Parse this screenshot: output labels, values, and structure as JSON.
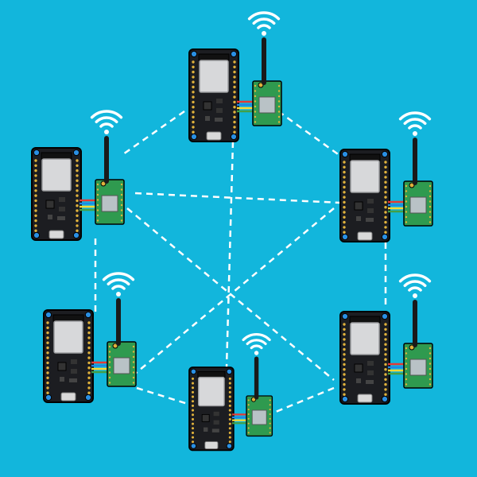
{
  "colors": {
    "background": "#12b6dc",
    "link": "#ffffff",
    "board": "#1c1d21",
    "board_edge": "#000000",
    "pin": "#e0b23c",
    "mounting_hole": "#2a8fe3",
    "module_can": "#d7d8da",
    "module_can_edge": "#9a9b9e",
    "radio_board": "#2f9a4f",
    "radio_chip": "#b9c2c6",
    "antenna": "#1a1a1a",
    "usb": "#d9d9d9",
    "wire_red": "#e53935",
    "wire_blue": "#1e88e5",
    "wire_yellow": "#fdd835",
    "wire_green": "#43a047"
  },
  "nodes": [
    {
      "id": "top",
      "label": ""
    },
    {
      "id": "upper-left",
      "label": ""
    },
    {
      "id": "upper-right",
      "label": ""
    },
    {
      "id": "lower-left",
      "label": ""
    },
    {
      "id": "bottom",
      "label": ""
    },
    {
      "id": "lower-right",
      "label": ""
    }
  ],
  "links": [
    [
      "top",
      "upper-left"
    ],
    [
      "top",
      "upper-right"
    ],
    [
      "top",
      "bottom"
    ],
    [
      "upper-left",
      "upper-right"
    ],
    [
      "upper-left",
      "lower-left"
    ],
    [
      "upper-left",
      "lower-right"
    ],
    [
      "upper-right",
      "lower-right"
    ],
    [
      "upper-right",
      "lower-left"
    ],
    [
      "lower-left",
      "bottom"
    ],
    [
      "lower-right",
      "bottom"
    ],
    [
      "lower-left",
      "lower-right"
    ]
  ],
  "icons": {
    "board": "esp-board-icon",
    "radio": "radio-module-icon",
    "signal": "wifi-signal-icon"
  }
}
